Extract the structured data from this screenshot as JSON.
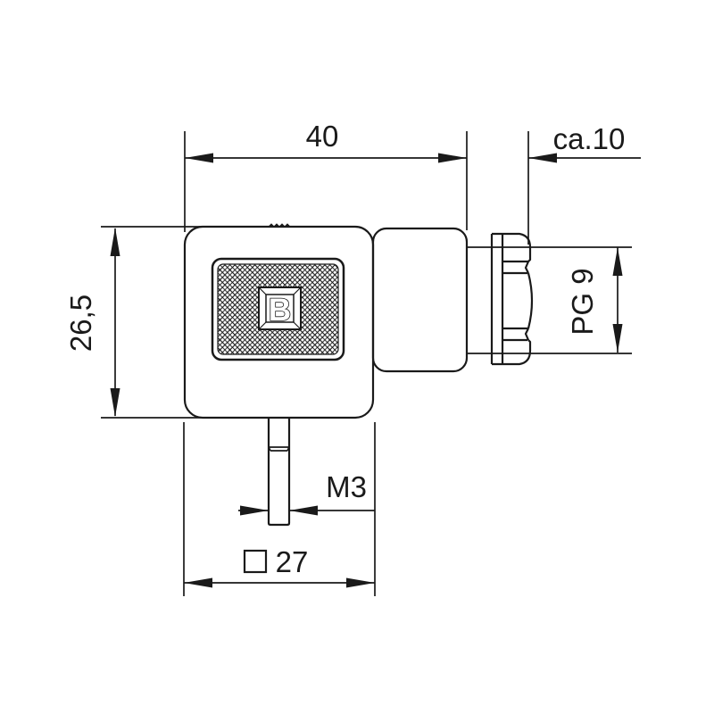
{
  "colors": {
    "line": "#1a1a1a",
    "background": "#ffffff"
  },
  "dimensions": {
    "overall_width": "40",
    "gland_length": "ca.10",
    "body_height": "26,5",
    "gland_thread": "PG 9",
    "screw_thread": "M3",
    "square_symbol": "□",
    "body_square": "27"
  },
  "label": {
    "letter": "B"
  }
}
